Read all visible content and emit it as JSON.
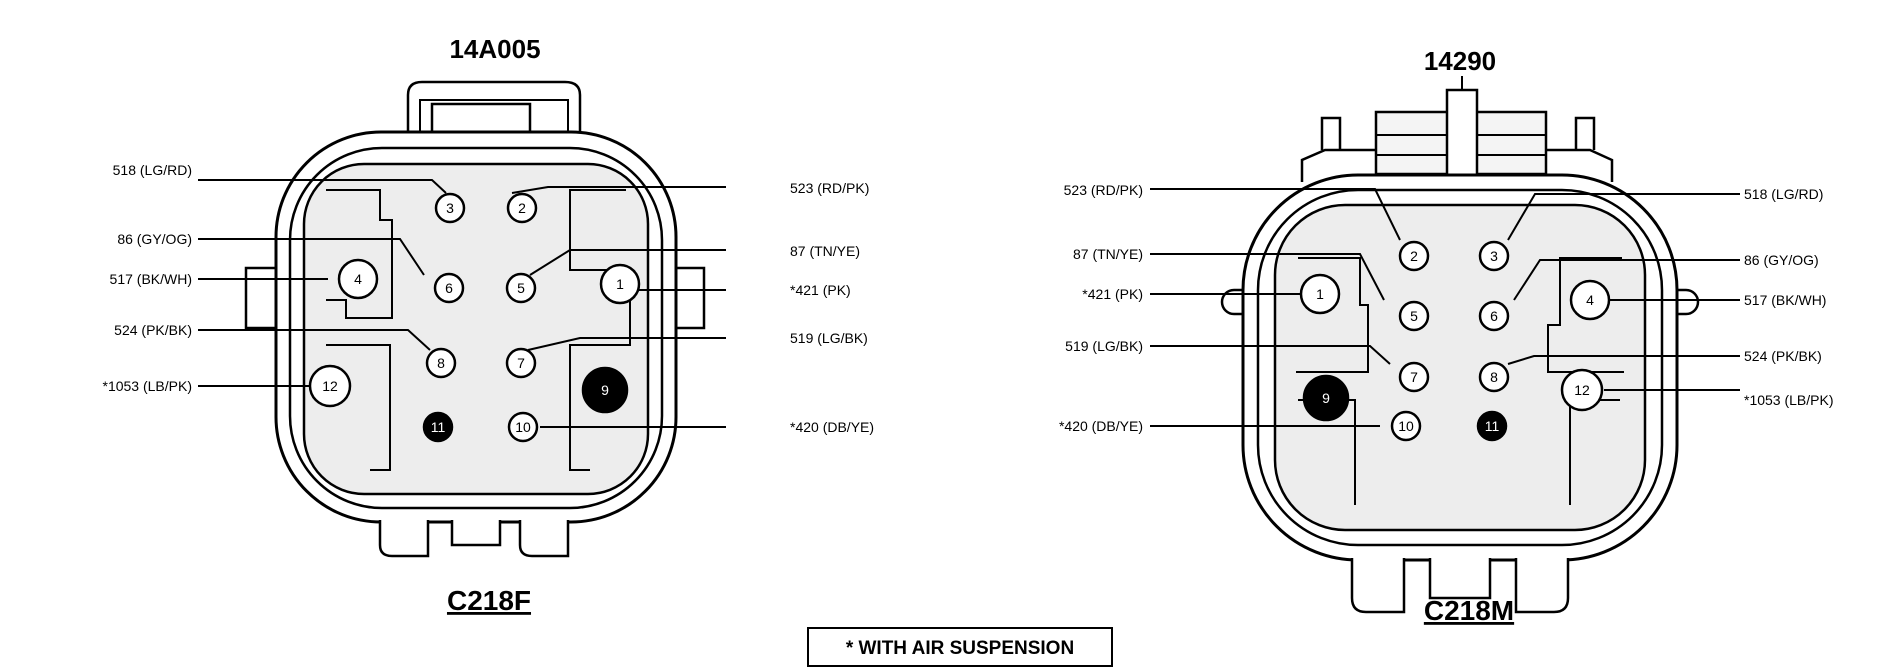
{
  "connectors": [
    {
      "id": "left",
      "part_number": "14A005",
      "code": "C218F",
      "wire_labels": {
        "p3": "518 (LG/RD)",
        "p2": "523 (RD/PK)",
        "p6": "86 (GY/OG)",
        "p5": "87 (TN/YE)",
        "p4": "517 (BK/WH)",
        "p1": "*421 (PK)",
        "p8": "524 (PK/BK)",
        "p7": "519 (LG/BK)",
        "p12": "*1053 (LB/PK)",
        "p10": "*420 (DB/YE)"
      },
      "pins": [
        {
          "num": "1",
          "filled": false
        },
        {
          "num": "2",
          "filled": false
        },
        {
          "num": "3",
          "filled": false
        },
        {
          "num": "4",
          "filled": false
        },
        {
          "num": "5",
          "filled": false
        },
        {
          "num": "6",
          "filled": false
        },
        {
          "num": "7",
          "filled": false
        },
        {
          "num": "8",
          "filled": false
        },
        {
          "num": "9",
          "filled": true
        },
        {
          "num": "10",
          "filled": false
        },
        {
          "num": "11",
          "filled": true
        },
        {
          "num": "12",
          "filled": false
        }
      ]
    },
    {
      "id": "right",
      "part_number": "14290",
      "code": "C218M",
      "wire_labels": {
        "p2": "523 (RD/PK)",
        "p3": "518 (LG/RD)",
        "p5": "87 (TN/YE)",
        "p6": "86 (GY/OG)",
        "p1": "*421 (PK)",
        "p4": "517 (BK/WH)",
        "p7": "519 (LG/BK)",
        "p8": "524 (PK/BK)",
        "p12": "*1053 (LB/PK)",
        "p10": "*420 (DB/YE)"
      }
    }
  ],
  "note": "* WITH AIR SUSPENSION"
}
